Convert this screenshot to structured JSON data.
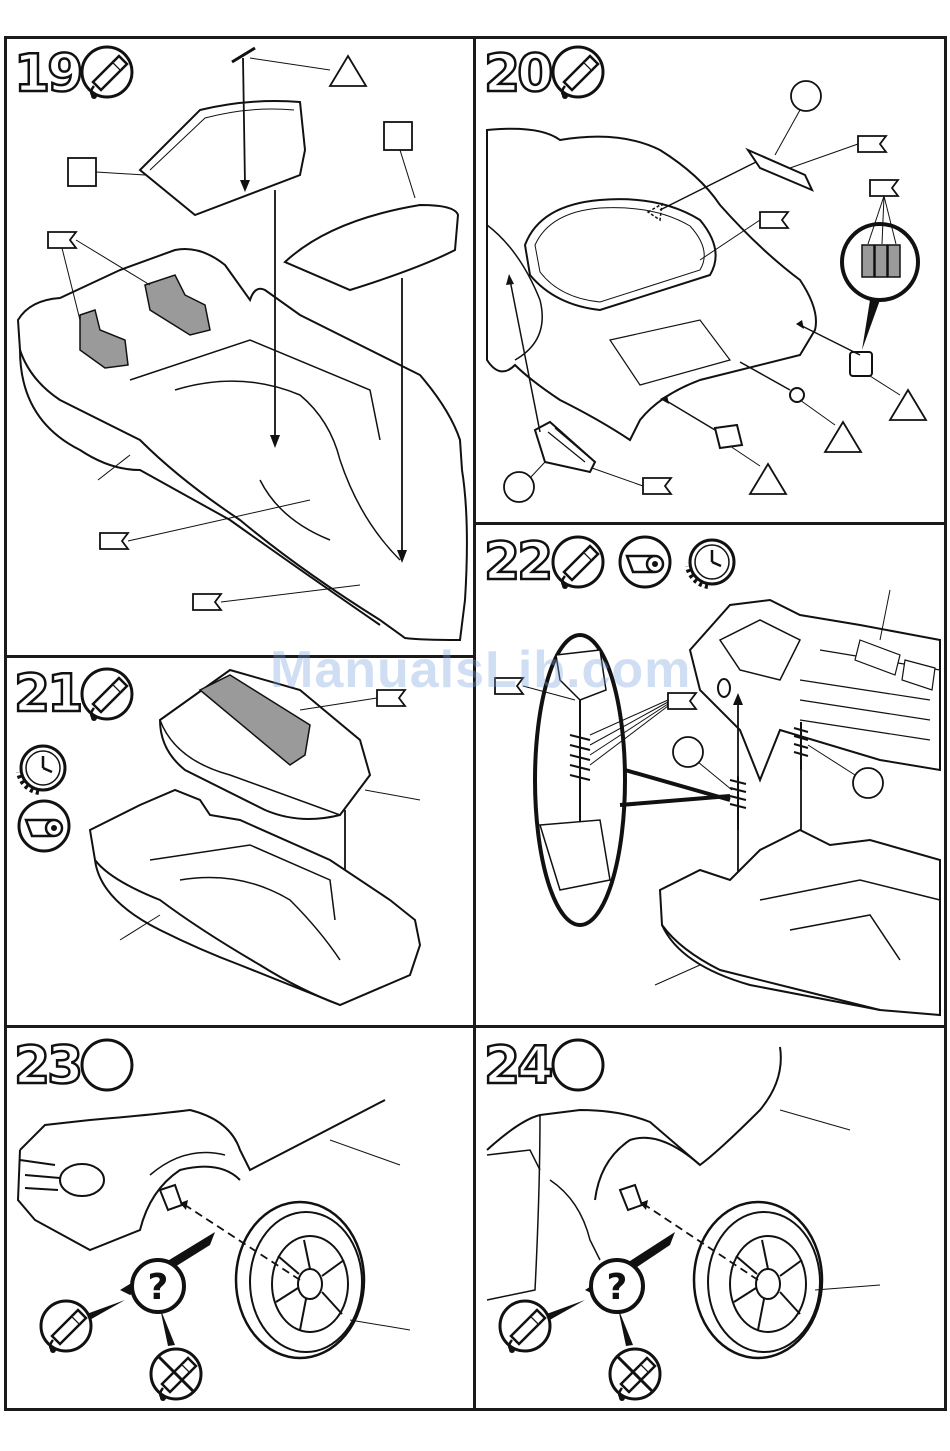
{
  "steps": {
    "s19": "19",
    "s20": "20",
    "s21": "21",
    "s22": "22",
    "s23": "23",
    "s24": "24"
  },
  "watermark": "ManualsLib.com",
  "symbols": {
    "unknown": "?",
    "glue_icon": "glue-tube-icon",
    "tape_icon": "tape-icon",
    "clock_icon": "clock-icon",
    "no_glue_icon": "no-glue-icon"
  },
  "colors": {
    "line": "#111111",
    "accent_part": "#9a9a9a",
    "watermark": "#8aaedc"
  }
}
